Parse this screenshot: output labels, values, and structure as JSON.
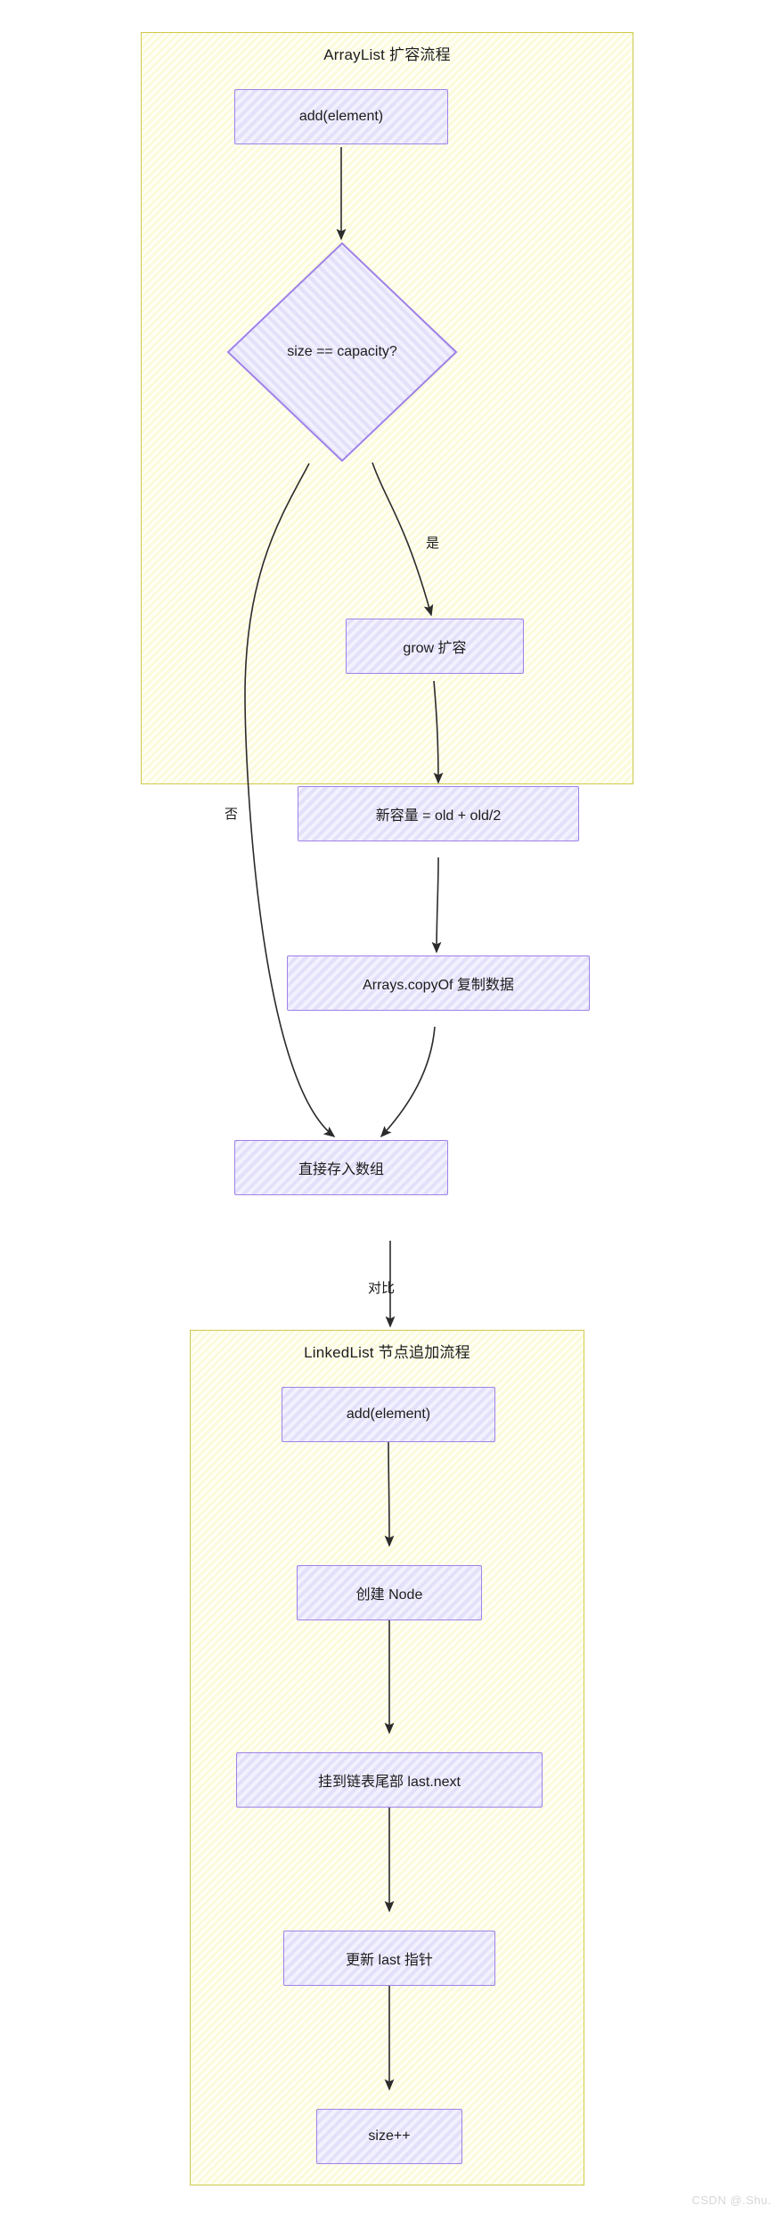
{
  "watermark": "CSDN @.Shu.",
  "diagram": {
    "type": "flowchart",
    "direction": "top-down",
    "subgraphs": [
      {
        "id": "arraylist",
        "title": "ArrayList 扩容流程",
        "nodes": [
          {
            "id": "al-add",
            "label": "add(element)",
            "shape": "rect"
          },
          {
            "id": "al-check",
            "label": "size == capacity?",
            "shape": "diamond"
          },
          {
            "id": "al-grow",
            "label": "grow 扩容",
            "shape": "rect"
          },
          {
            "id": "al-newcap",
            "label": "新容量 = old + old/2",
            "shape": "rect"
          },
          {
            "id": "al-copy",
            "label": "Arrays.copyOf 复制数据",
            "shape": "rect"
          },
          {
            "id": "al-store",
            "label": "直接存入数组",
            "shape": "rect"
          }
        ],
        "edges": [
          {
            "from": "al-add",
            "to": "al-check",
            "label": ""
          },
          {
            "from": "al-check",
            "to": "al-grow",
            "label": "是"
          },
          {
            "from": "al-check",
            "to": "al-store",
            "label": "否"
          },
          {
            "from": "al-grow",
            "to": "al-newcap",
            "label": ""
          },
          {
            "from": "al-newcap",
            "to": "al-copy",
            "label": ""
          },
          {
            "from": "al-copy",
            "to": "al-store",
            "label": ""
          }
        ]
      },
      {
        "id": "linkedlist",
        "title": "LinkedList 节点追加流程",
        "nodes": [
          {
            "id": "ll-add",
            "label": "add(element)",
            "shape": "rect"
          },
          {
            "id": "ll-node",
            "label": "创建 Node",
            "shape": "rect"
          },
          {
            "id": "ll-next",
            "label": "挂到链表尾部 last.next",
            "shape": "rect"
          },
          {
            "id": "ll-last",
            "label": "更新 last 指针",
            "shape": "rect"
          },
          {
            "id": "ll-size",
            "label": "size++",
            "shape": "rect"
          }
        ],
        "edges": [
          {
            "from": "ll-add",
            "to": "ll-node",
            "label": ""
          },
          {
            "from": "ll-node",
            "to": "ll-next",
            "label": ""
          },
          {
            "from": "ll-next",
            "to": "ll-last",
            "label": ""
          },
          {
            "from": "ll-last",
            "to": "ll-size",
            "label": ""
          }
        ]
      }
    ],
    "cross_edges": [
      {
        "from": "arraylist",
        "to": "linkedlist",
        "label": "对比"
      }
    ],
    "colors": {
      "subgraph_fill": "#fcfbd9",
      "subgraph_border": "#cfc94a",
      "node_fill": "#e3e0fa",
      "node_border": "#9f82e8",
      "edge": "#333333",
      "text": "#1c1c1c",
      "watermark": "#d6d6d6"
    }
  }
}
